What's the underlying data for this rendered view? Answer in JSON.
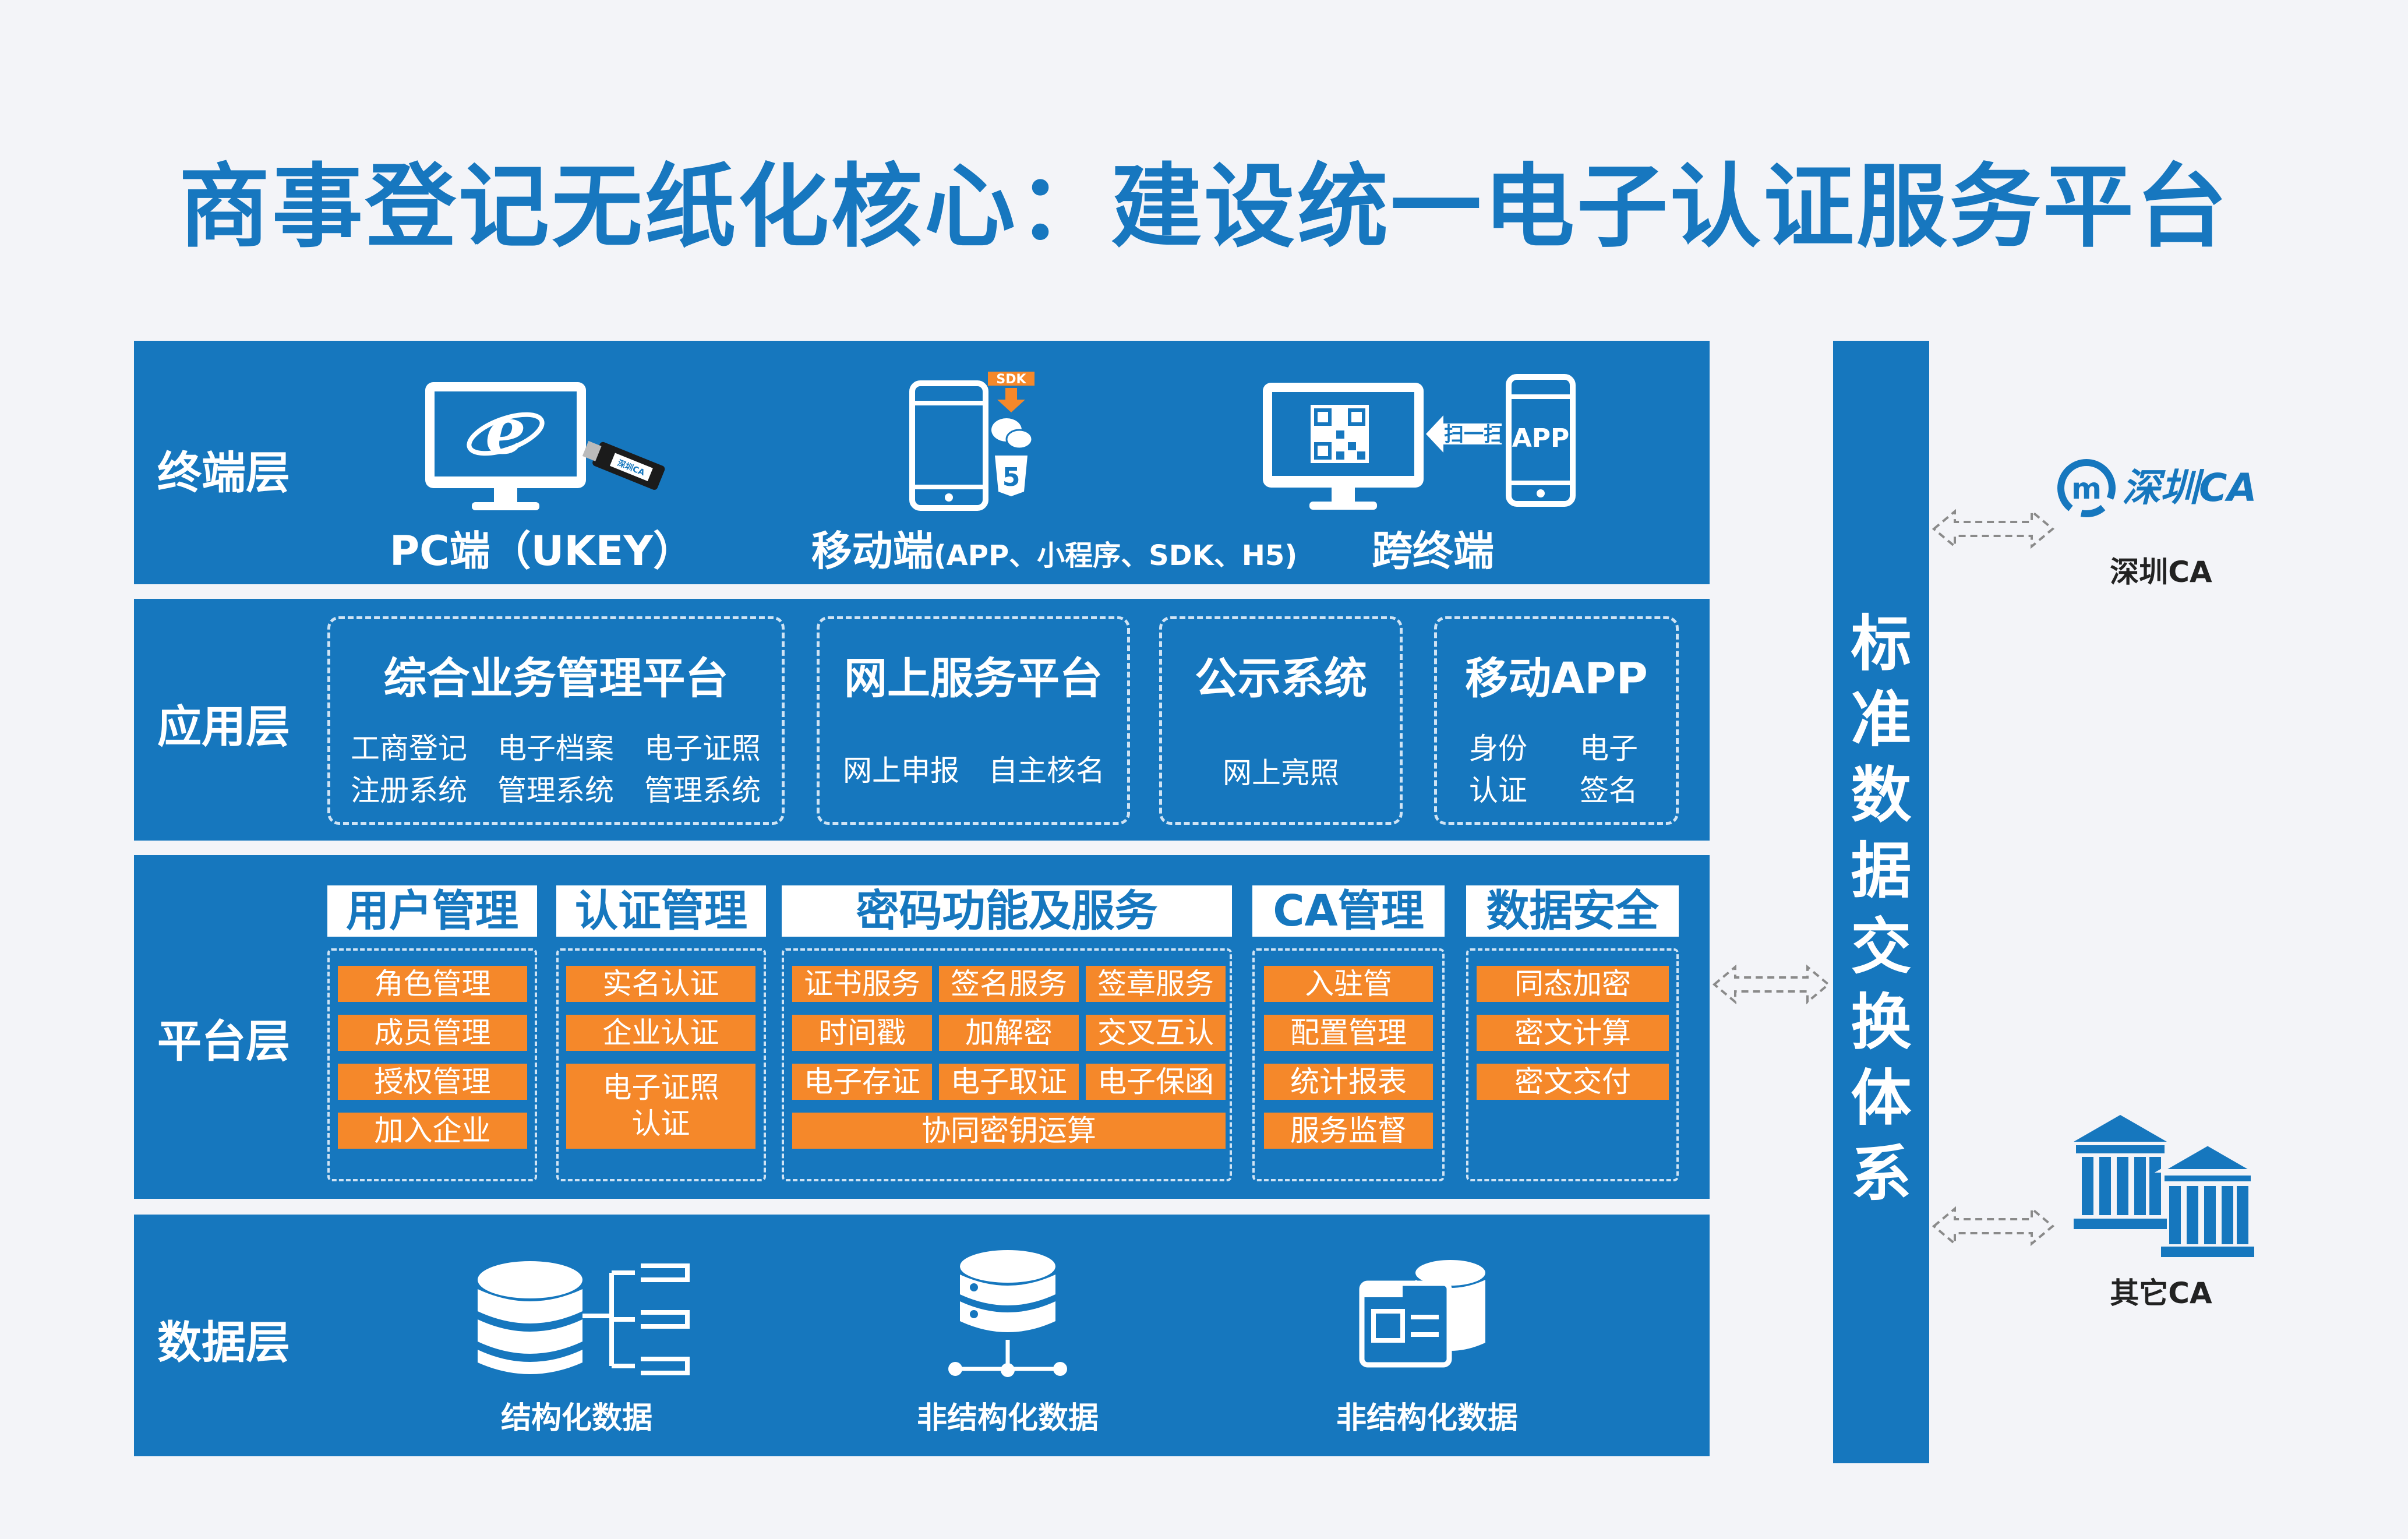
{
  "title": "商事登记无纸化核心：建设统一电子认证服务平台",
  "terminal": {
    "label": "终端层",
    "pc": "PC端（UKEY）",
    "mobile_main": "移动端",
    "mobile_sub": "(APP、小程序、SDK、H5)",
    "cross": "跨终端",
    "sdk_tag": "SDK",
    "scan_label": "扫一扫",
    "app_label": "APP",
    "ukey_label": "深圳CA"
  },
  "application": {
    "label": "应用层",
    "groups": [
      {
        "title": "综合业务管理平台",
        "items": [
          "工商登记",
          "电子档案",
          "电子证照",
          "注册系统",
          "管理系统",
          "管理系统"
        ]
      },
      {
        "title": "网上服务平台",
        "items": [
          "网上申报",
          "自主核名"
        ]
      },
      {
        "title": "公示系统",
        "items": [
          "网上亮照"
        ]
      },
      {
        "title": "移动APP",
        "items": [
          "身份",
          "电子",
          "认证",
          "签名"
        ]
      }
    ]
  },
  "platform": {
    "label": "平台层",
    "user": {
      "title": "用户管理",
      "items": [
        "角色管理",
        "成员管理",
        "授权管理",
        "加入企业"
      ]
    },
    "auth": {
      "title": "认证管理",
      "items": [
        "实名认证",
        "企业认证",
        "电子证照",
        "认证"
      ]
    },
    "crypto": {
      "title": "密码功能及服务",
      "items": [
        "证书服务",
        "签名服务",
        "签章服务",
        "时间戳",
        "加解密",
        "交叉互认",
        "电子存证",
        "电子取证",
        "电子保函",
        "协同密钥运算"
      ]
    },
    "ca": {
      "title": "CA管理",
      "items": [
        "入驻管",
        "配置管理",
        "统计报表",
        "服务监督"
      ]
    },
    "sec": {
      "title": "数据安全",
      "items": [
        "同态加密",
        "密文计算",
        "密文交付"
      ]
    }
  },
  "data": {
    "label": "数据层",
    "items": [
      "结构化数据",
      "非结构化数据",
      "非结构化数据"
    ]
  },
  "exchange": {
    "chars": [
      "标",
      "准",
      "数",
      "据",
      "交",
      "换",
      "体",
      "系"
    ]
  },
  "side": {
    "szca_logo": "深圳CA",
    "szca_label": "深圳CA",
    "other_label": "其它CA"
  },
  "colors": {
    "blue": "#1677be",
    "orange": "#f5882a",
    "background": "#f3f4f8"
  }
}
